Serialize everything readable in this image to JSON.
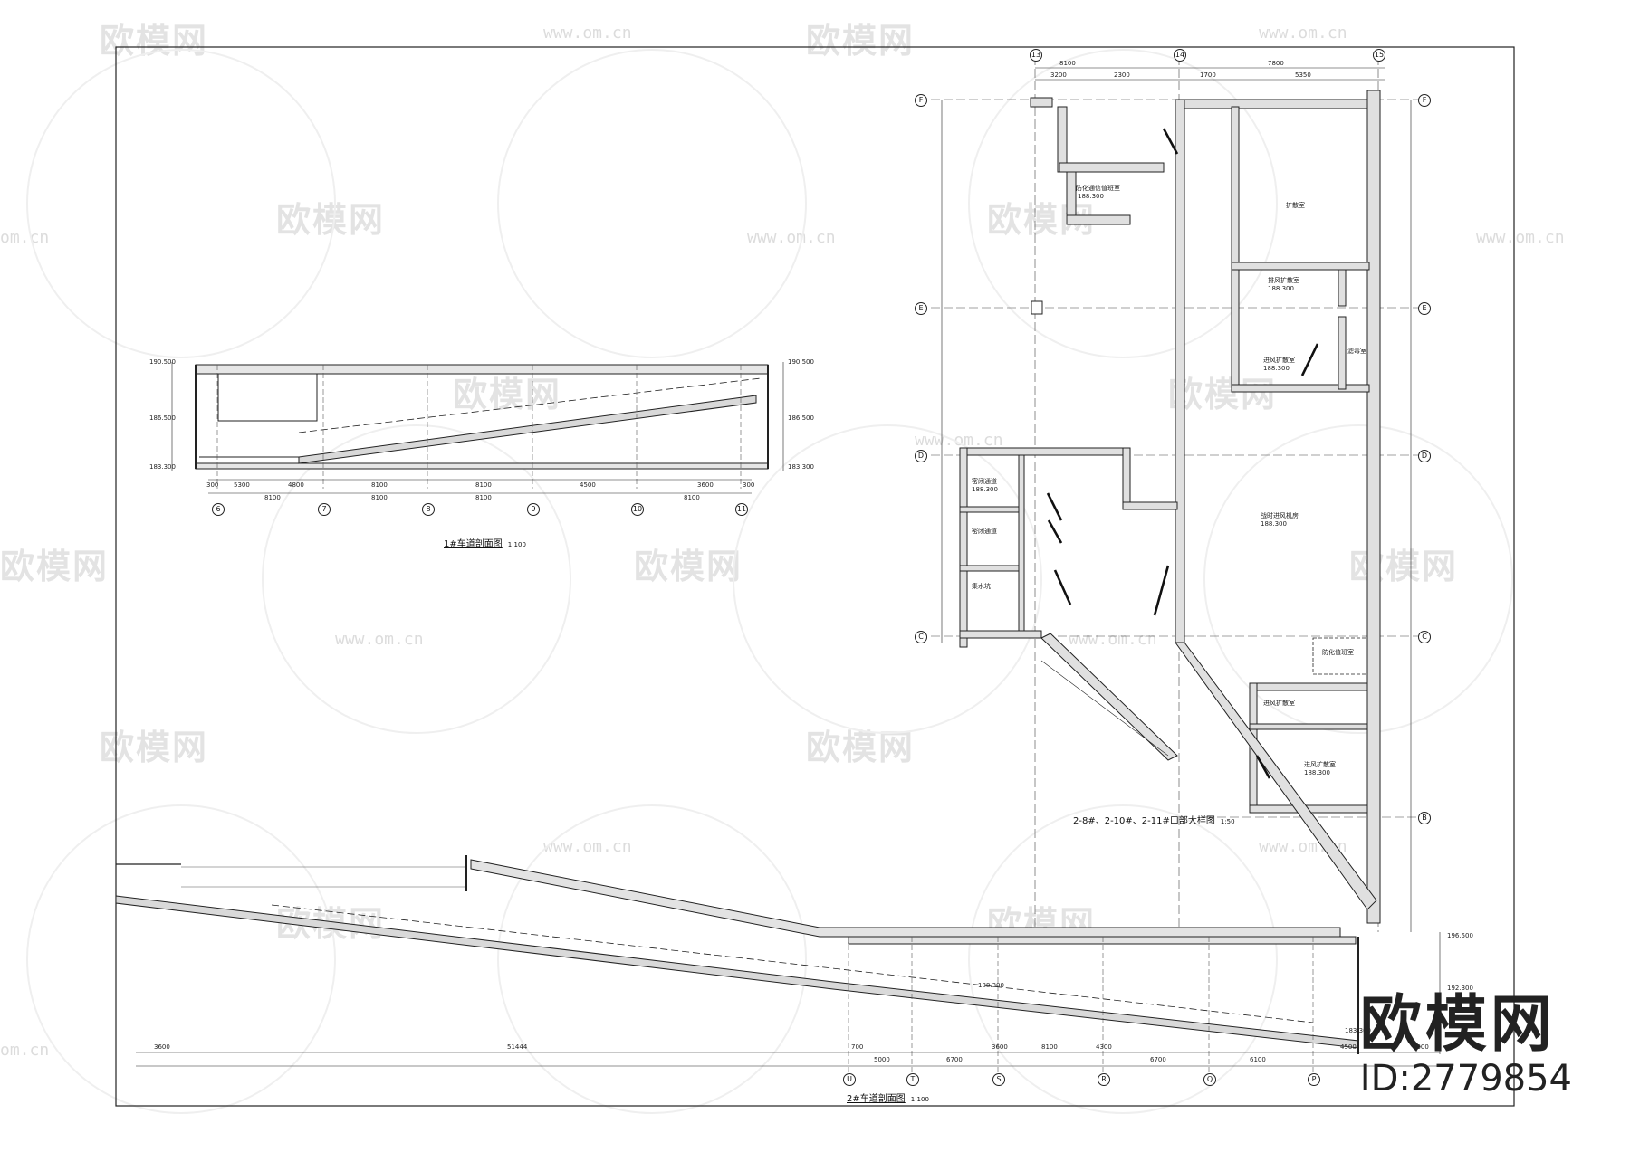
{
  "watermarks": {
    "logo_text": "欧模网",
    "url_text": "www.om.cn",
    "edge_text": "om.cn"
  },
  "drawings": {
    "ramp1": {
      "title": "1#车道剖面图",
      "scale": "1:100"
    },
    "plan": {
      "title": "2-8#、2-10#、2-11#口部大样图",
      "scale": "1:50"
    },
    "ramp2": {
      "title": "2#车道剖面图",
      "scale": "1:100"
    }
  },
  "ramp1_axes": [
    "6",
    "7",
    "8",
    "9",
    "10",
    "11"
  ],
  "ramp1_dims": [
    "300",
    "5300",
    "4800",
    "8100",
    "8100",
    "4500",
    "3600",
    "300"
  ],
  "ramp1_totals": [
    "8100",
    "8100",
    "8100",
    "8100"
  ],
  "ramp1_levels": [
    "190.500",
    "190.500",
    "186.500",
    "186.500",
    "183.300",
    "183.300"
  ],
  "plan_axes_top": [
    "13",
    "14",
    "15"
  ],
  "plan_axes_right": [
    "F",
    "E",
    "D",
    "C",
    "B"
  ],
  "plan_axes_left": [
    "F",
    "E",
    "D",
    "C"
  ],
  "plan_top_dims": [
    "8100",
    "7800",
    "3200",
    "2300",
    "1700",
    "5350"
  ],
  "plan_rooms": [
    "防化通信值班室",
    "扩散室",
    "排风扩散室",
    "滤毒室",
    "进风扩散室",
    "密闭通道",
    "密闭通道",
    "集水坑",
    "防化值班室",
    "战时进风机房",
    "进风扩散室",
    "进风扩散室"
  ],
  "plan_levels": [
    "188.300",
    "188.300",
    "188.300",
    "188.300",
    "188.300",
    "188.300"
  ],
  "ramp2_axes": [
    "U",
    "T",
    "S",
    "R",
    "Q",
    "P"
  ],
  "ramp2_dims": [
    "3600",
    "51444",
    "700",
    "5000",
    "6700",
    "3600",
    "8100",
    "4300",
    "6700",
    "6100",
    "4500",
    "2300"
  ],
  "ramp2_levels": [
    "196.500",
    "192.300",
    "188.300",
    "183.300"
  ],
  "brand": {
    "logo": "欧模网",
    "id": "ID:2779854"
  }
}
